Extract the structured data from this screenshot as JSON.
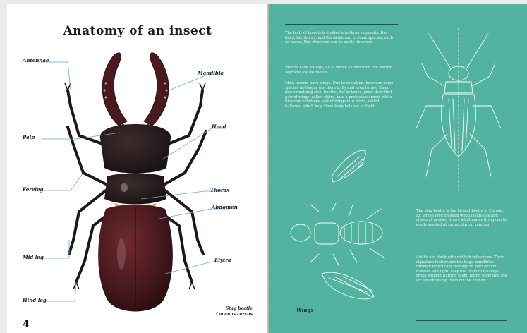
{
  "left_page": {
    "title": "Anatomy of an insect",
    "labels": {
      "antennae": "Antennae",
      "mandible": "Mandible",
      "palp": "Palp",
      "head": "Head",
      "foreleg": "Foreleg",
      "thorax": "Thorax",
      "abdomen": "Abdomen",
      "midleg": "Mid leg",
      "elytra": "Elytra",
      "hindleg": "Hind leg"
    },
    "caption": {
      "common_name": "Stag beetle",
      "latin_name": "Lucanus cervus"
    },
    "page_number": "4"
  },
  "right_page": {
    "paragraph_1": "The body of insects is divided into three segments: the head, the thorax, and the abdomen. In some species, such as wasps, this structure can be easily observed.",
    "paragraph_2": "Insects have six legs, all of which extend from the central segment, called thorax.",
    "paragraph_3": "Most insects have wings. Due to evolution, however, some species no longer use them to fly and even turned them into something else: beetles, for instance, grew their first pair of wings, called elytra, into a protective armor, while flies converted one pair of wings into sticks, called halteres, which help them keep balance in flight.",
    "paragraph_4": "The stag beetle is the largest beetle in Europe. Its larvae feed on dead wood inside oak and chestnut groves, where adult males flying can be easily spotted at sunset during summer.",
    "paragraph_5": "Adults are black with reddish reflections. Their signature feature are the huge mandibles through which they manage to both attract females and fight: they use them to dislodge rivals without hurting them, lifting them into the air and throwing them off the branch.",
    "wings_label": "Wings"
  },
  "colors": {
    "teal": "#52b3a1",
    "beetle_dark": "#2a1b1c",
    "beetle_red": "#5a1f24"
  }
}
